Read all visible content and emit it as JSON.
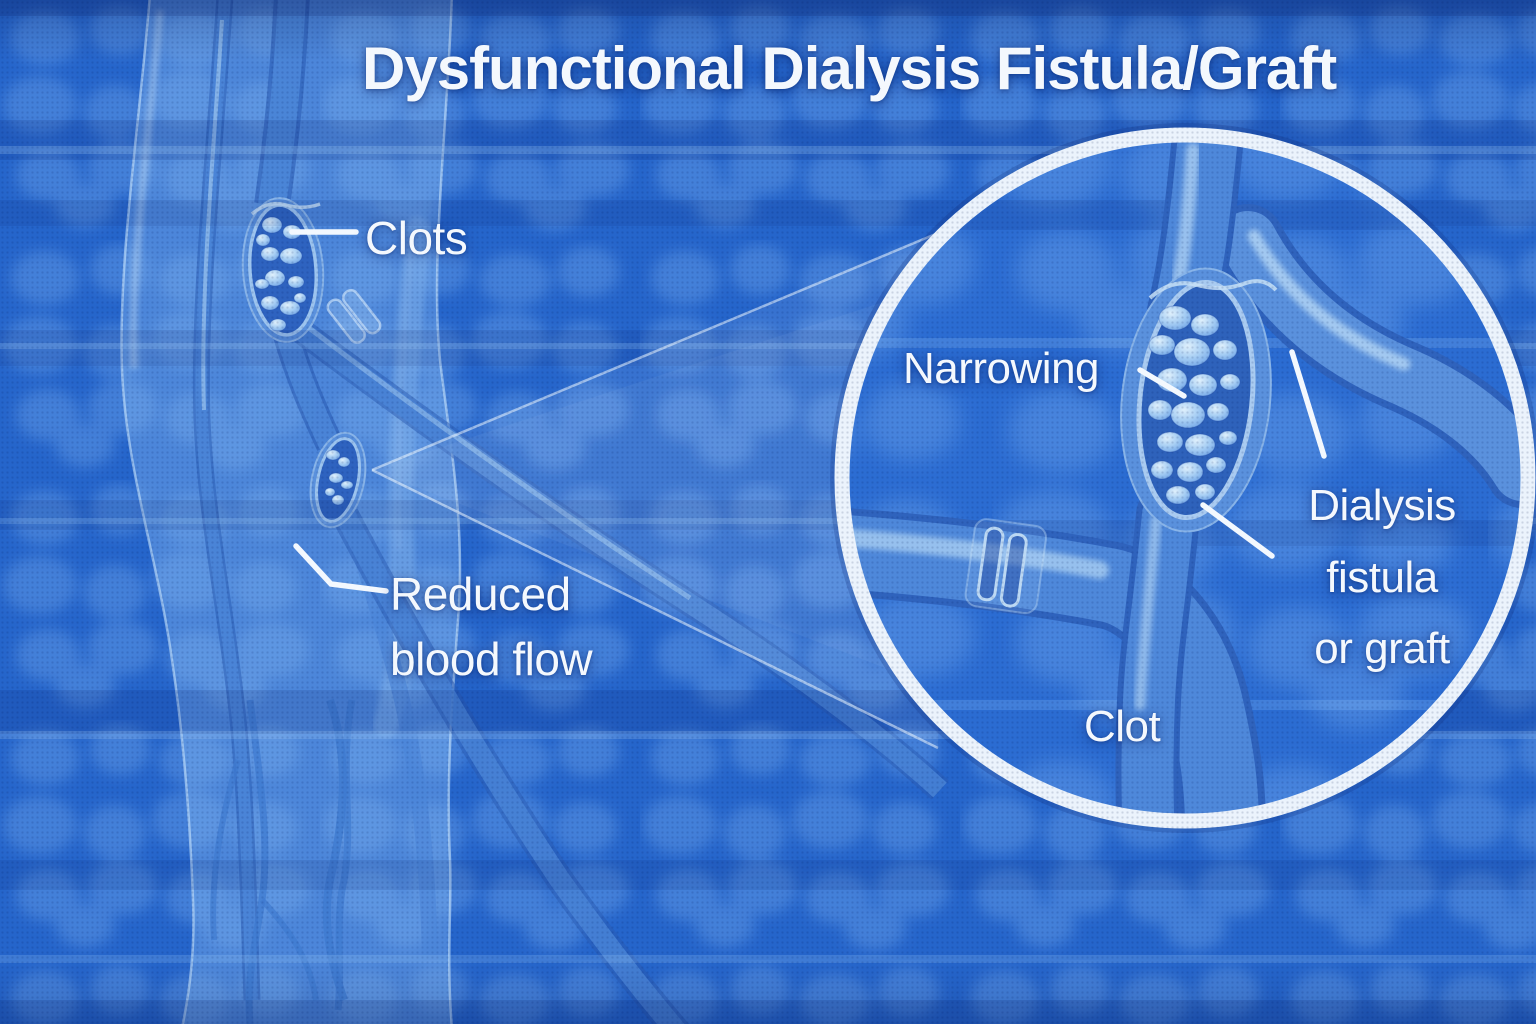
{
  "title": "Dysfunctional Dialysis Fistula/Graft",
  "main_view": {
    "description": "Arm with dysfunctional access vessels",
    "clots_label": "Clots",
    "reduced_flow_label": [
      "Reduced",
      "blood flow"
    ]
  },
  "inset_view": {
    "description": "Magnified circle of the fistula/graft site",
    "narrowing_label": "Narrowing",
    "fistula_label": [
      "Dialysis",
      "fistula",
      "or graft"
    ],
    "clot_label": "Clot"
  },
  "colors": {
    "background_blue": "#2263c8",
    "pebble_blue": "#6fa6ec",
    "vessel_blue": "#4e88da",
    "vessel_dark": "#2f63bd",
    "clot_bubble": "#8fbdf0",
    "lens_ring": "#ebf3fc",
    "label_text": "#f4f8fd"
  }
}
